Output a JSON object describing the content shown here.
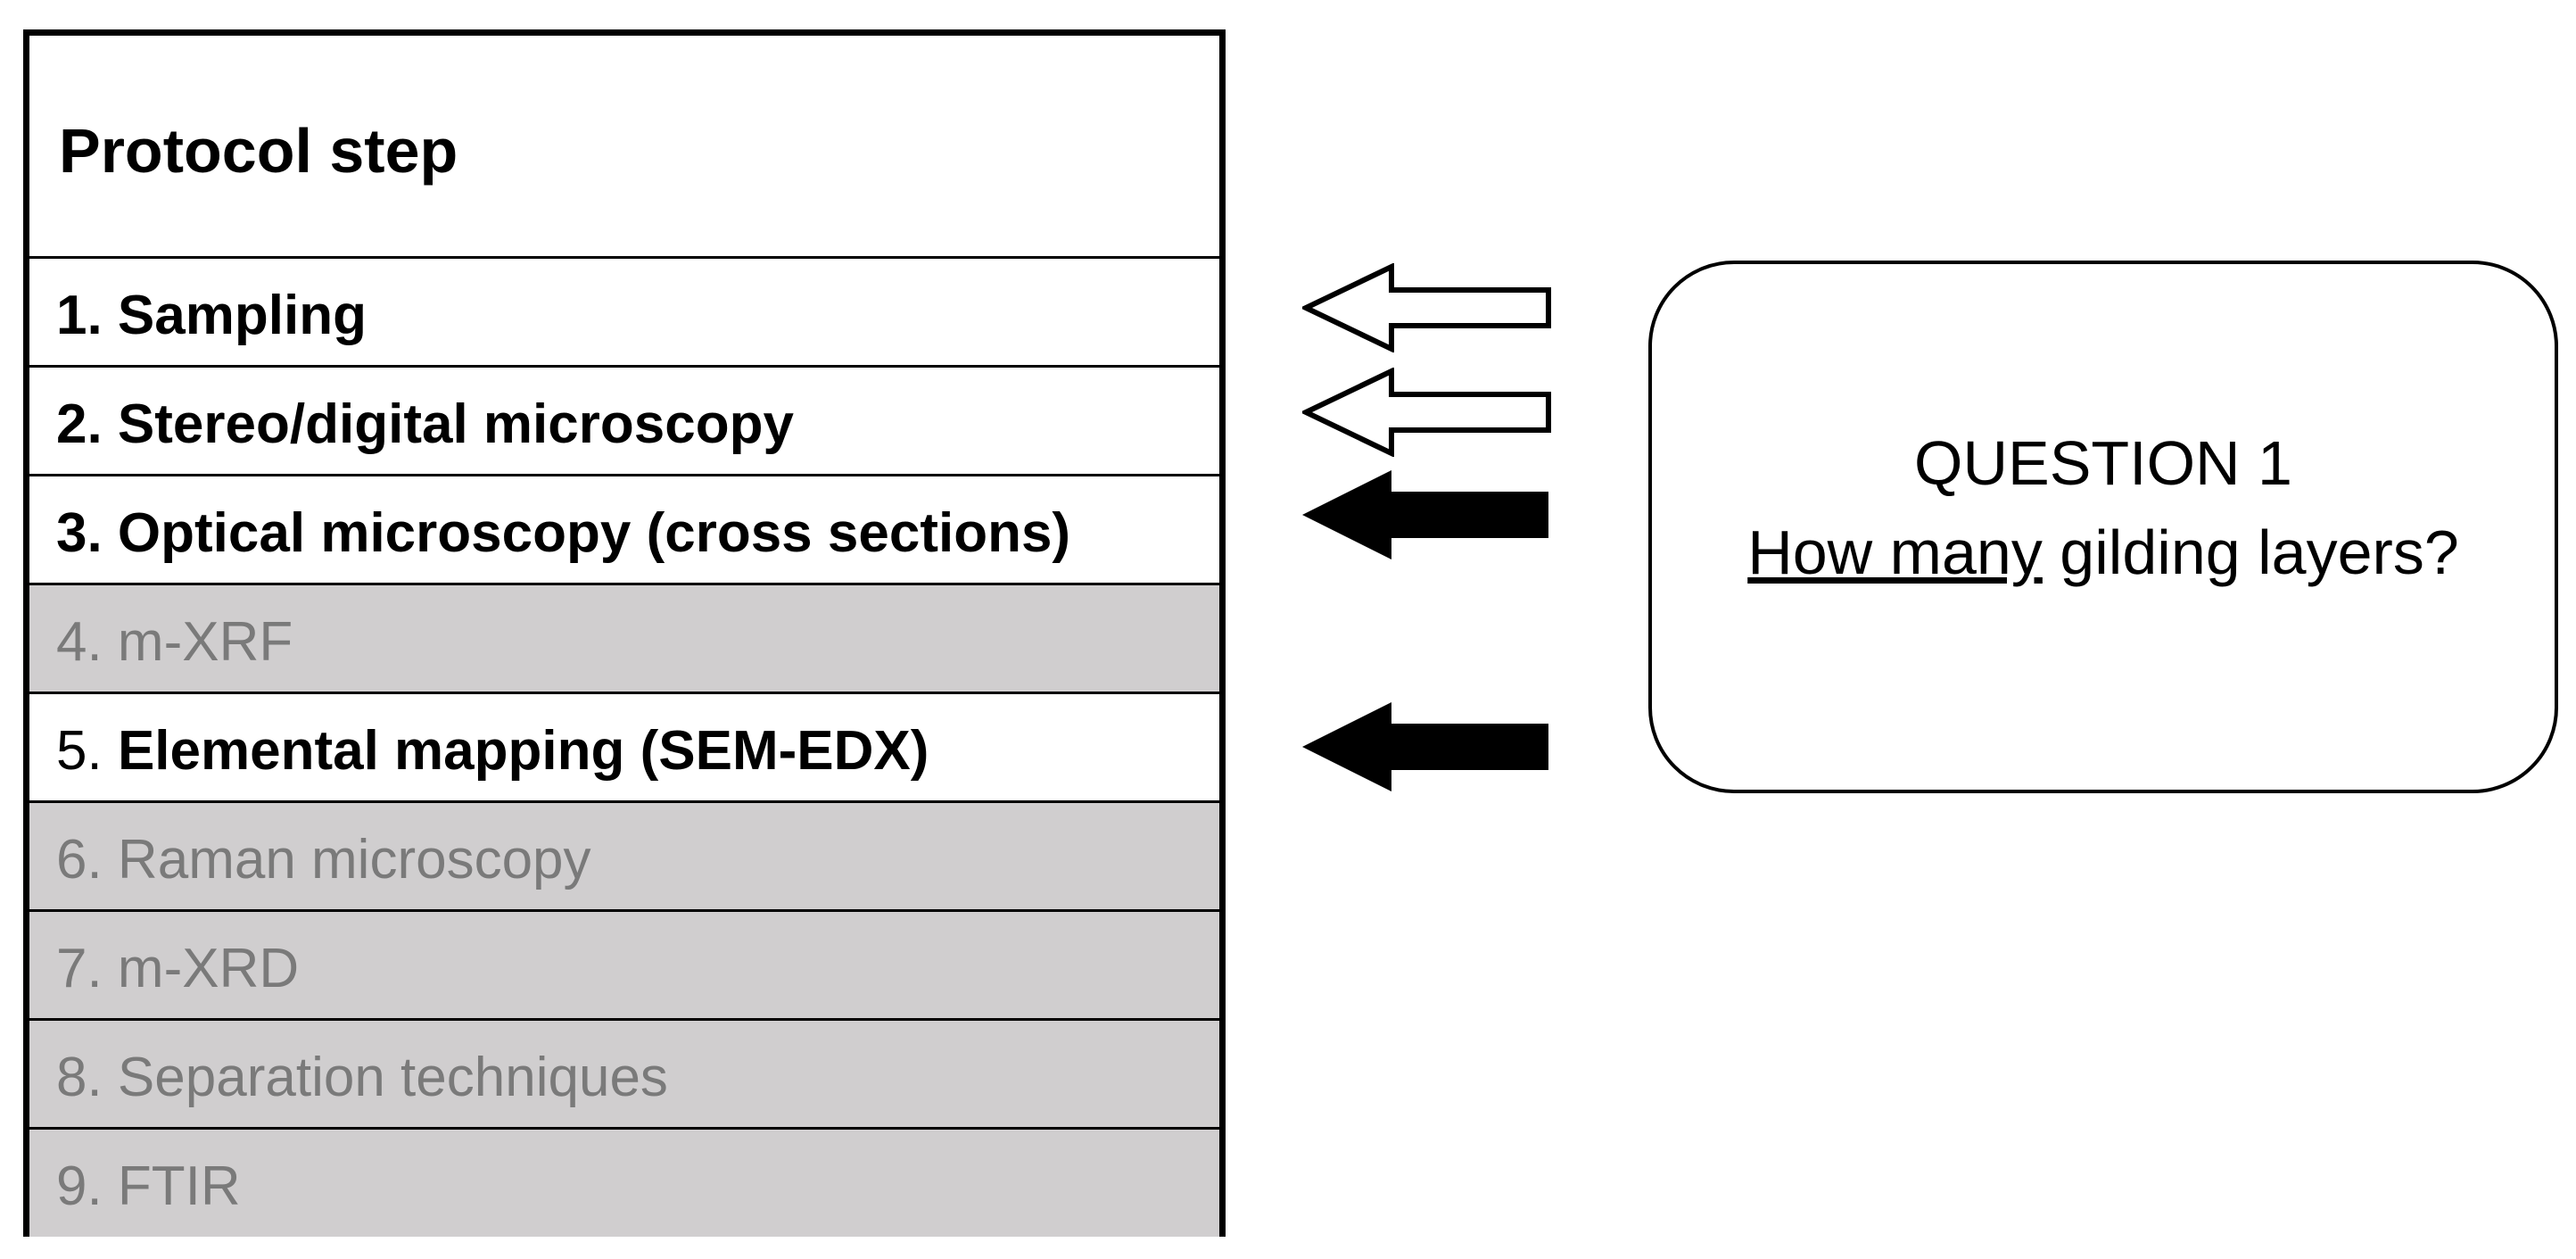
{
  "table": {
    "header": "Protocol step",
    "rows": [
      {
        "prefix": "",
        "label": "1. Sampling",
        "highlighted": true,
        "bold": true
      },
      {
        "prefix": "",
        "label": "2. Stereo/digital microscopy",
        "highlighted": true,
        "bold": true
      },
      {
        "prefix": "",
        "label": "3. Optical microscopy (cross sections)",
        "highlighted": true,
        "bold": true
      },
      {
        "prefix": "",
        "label": "4. m-XRF",
        "highlighted": false,
        "bold": false
      },
      {
        "prefix": "5. ",
        "label": "Elemental mapping (SEM-EDX)",
        "highlighted": true,
        "bold": true
      },
      {
        "prefix": "",
        "label": "6. Raman microscopy",
        "highlighted": false,
        "bold": false
      },
      {
        "prefix": "",
        "label": "7. m-XRD",
        "highlighted": false,
        "bold": false
      },
      {
        "prefix": "",
        "label": "8. Separation techniques",
        "highlighted": false,
        "bold": false
      },
      {
        "prefix": "",
        "label": "9. FTIR",
        "highlighted": false,
        "bold": false
      }
    ],
    "colors": {
      "active_bg": "#ffffff",
      "inactive_bg": "#d0cecf",
      "inactive_text": "#7a7a7a",
      "border": "#000000"
    }
  },
  "arrows": [
    {
      "target_step": "1. Sampling",
      "style": "outline"
    },
    {
      "target_step": "2. Stereo/digital microscopy",
      "style": "outline"
    },
    {
      "target_step": "3. Optical microscopy (cross sections)",
      "style": "filled"
    },
    {
      "target_step": "Elemental mapping (SEM-EDX)",
      "style": "filled"
    }
  ],
  "question": {
    "title": "QUESTION 1",
    "underlined": "How many",
    "rest": " gilding layers?"
  }
}
